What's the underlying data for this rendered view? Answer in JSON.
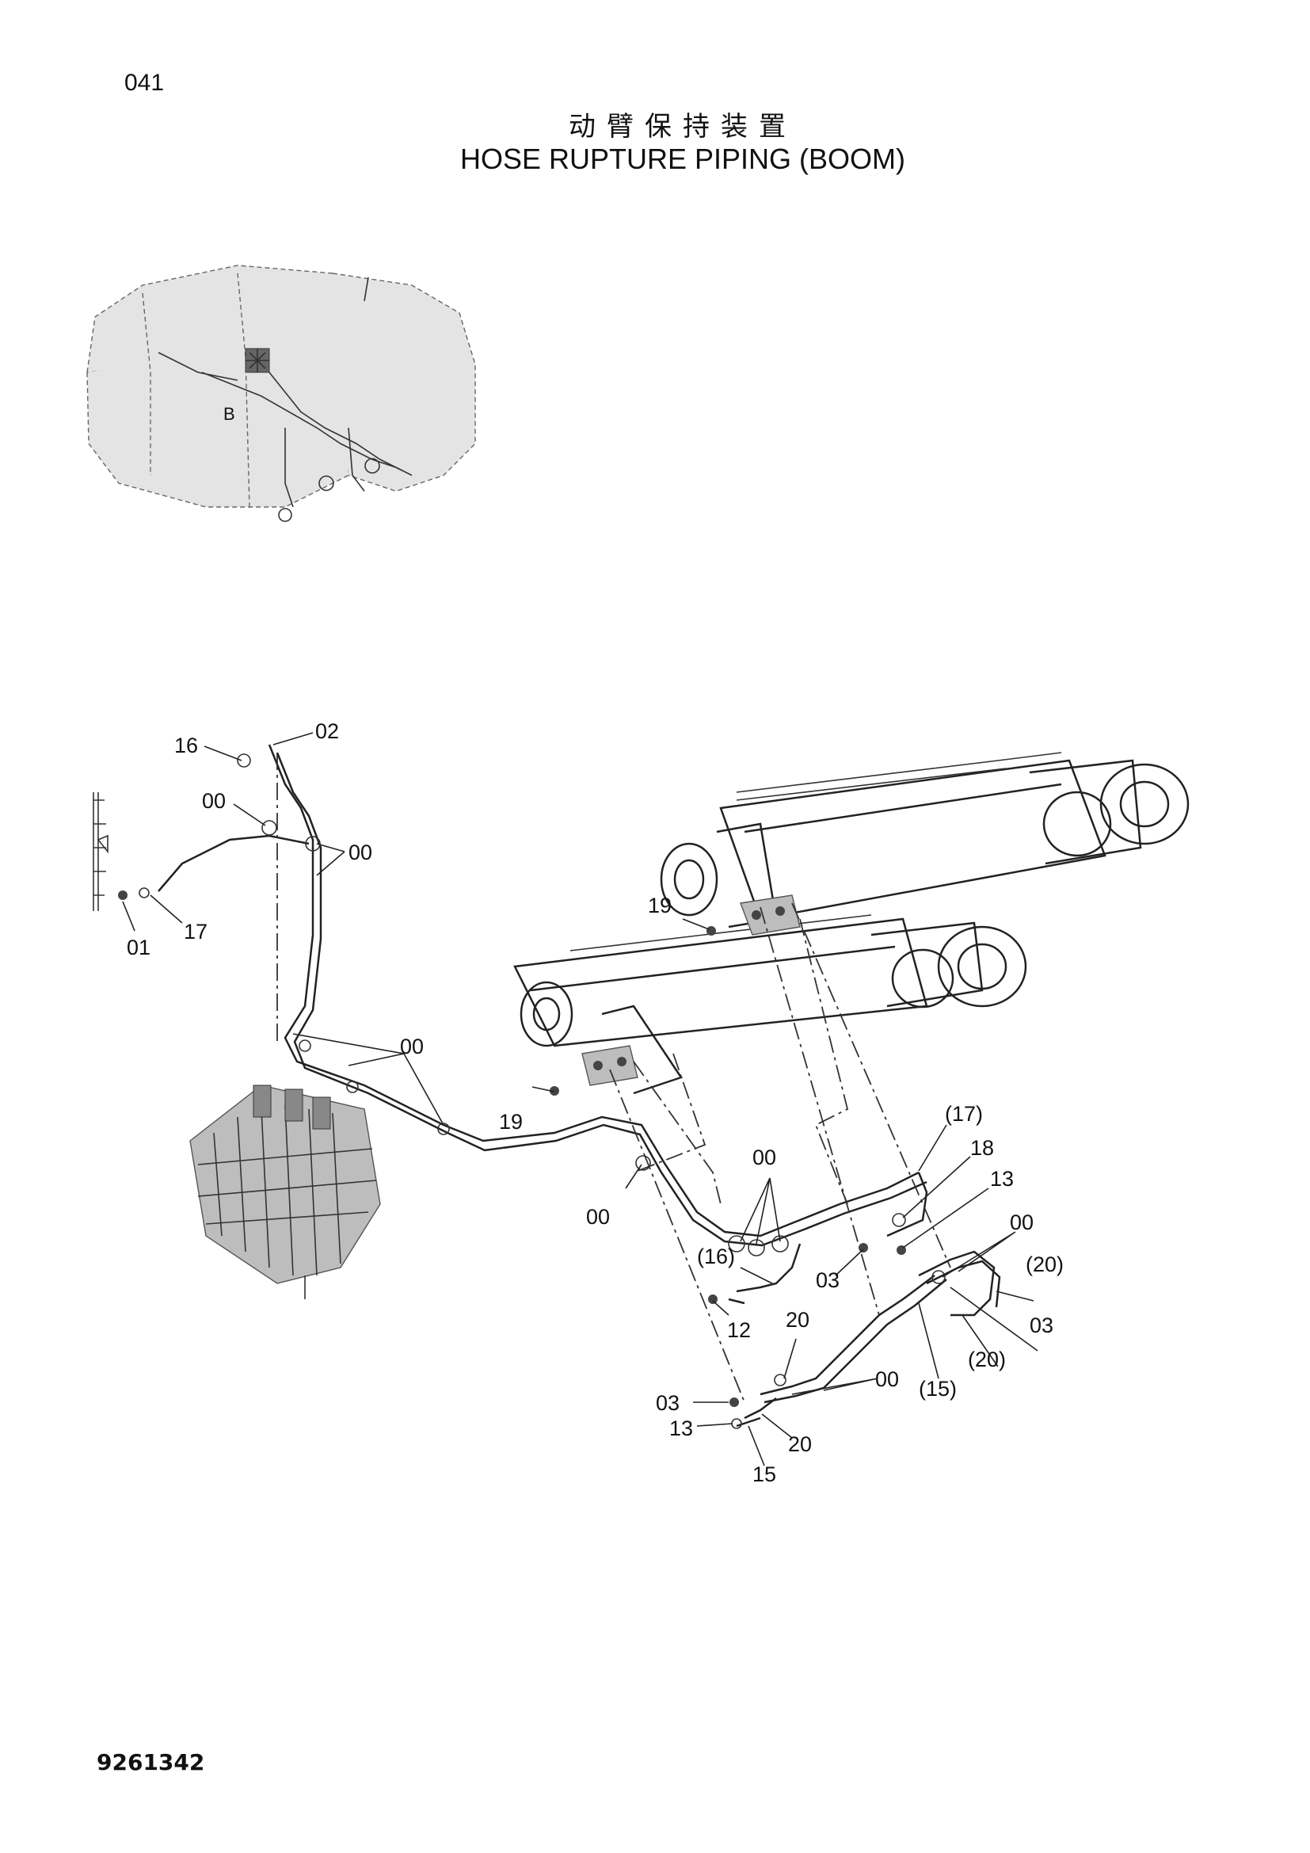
{
  "header": {
    "page_number": "041",
    "title_cn": "动臂保持装置",
    "title_en": "HOSE RUPTURE PIPING (BOOM)"
  },
  "footer": {
    "doc_number": "9261342"
  },
  "inset": {
    "marker": "B"
  },
  "labels": {
    "l16_top": "16",
    "l02": "02",
    "l00_a": "00",
    "l00_b": "00",
    "l17_left": "17",
    "l01": "01",
    "l19_top": "19",
    "l00_c": "00",
    "l19_mid": "19",
    "l17_paren": "(17)",
    "l18": "18",
    "l00_d": "00",
    "l13_right": "13",
    "l00_e": "00",
    "l00_f": "00",
    "l16_paren": "(16)",
    "l03_mid": "03",
    "l20_paren_a": "(20)",
    "l03_right": "03",
    "l12": "12",
    "l20_a": "20",
    "l20_paren_b": "(20)",
    "l00_g": "00",
    "l15_paren": "(15)",
    "l03_low": "03",
    "l13_low": "13",
    "l20_b": "20",
    "l15_low": "15"
  }
}
